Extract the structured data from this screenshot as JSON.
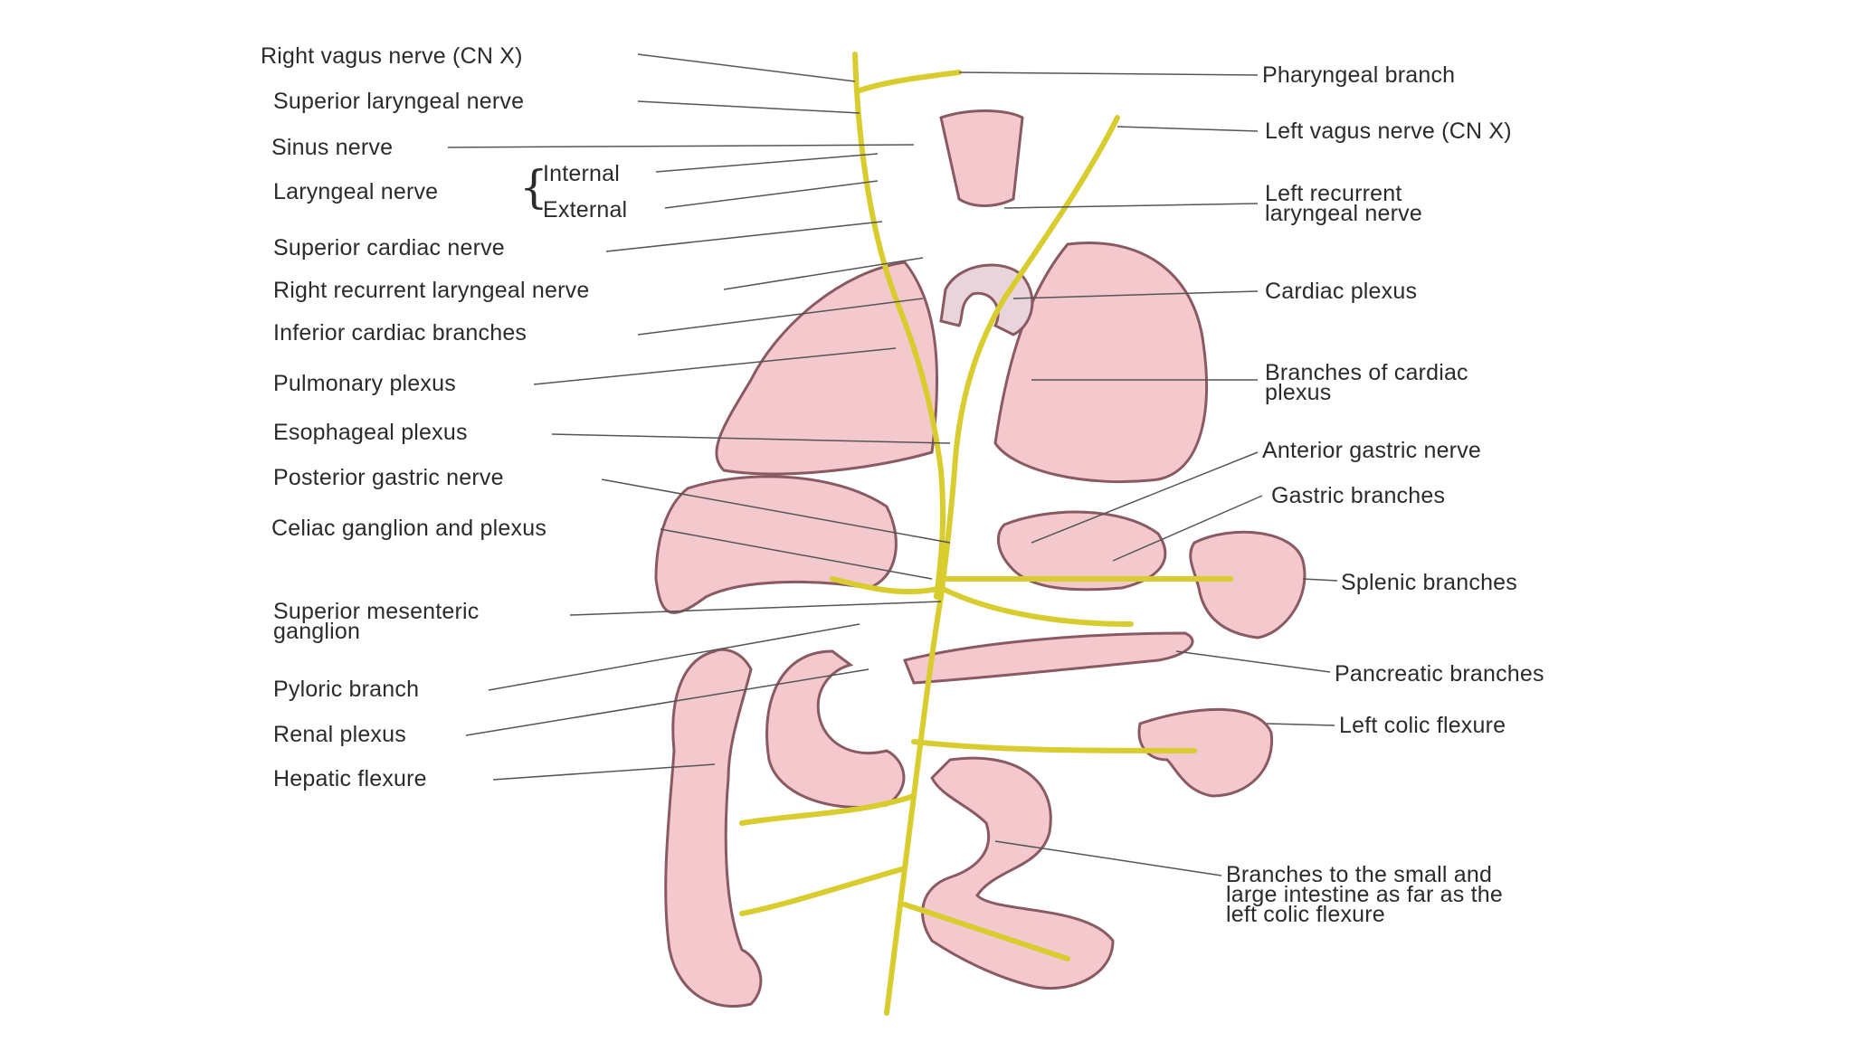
{
  "colors": {
    "nerve": "#d9cc2e",
    "organ_fill": "#f3c9cd",
    "organ_outline": "#8a5a62",
    "leader": "#555555",
    "text": "#2b2b2b"
  },
  "labels": {
    "left": {
      "right_vagus": "Right vagus nerve (CN X)",
      "superior_laryngeal": "Superior laryngeal nerve",
      "sinus": "Sinus nerve",
      "laryngeal": "Laryngeal nerve",
      "internal": "Internal",
      "external": "External",
      "superior_cardiac": "Superior cardiac nerve",
      "right_recurrent": "Right recurrent laryngeal nerve",
      "inferior_cardiac": "Inferior cardiac branches",
      "pulmonary": "Pulmonary plexus",
      "esophageal": "Esophageal plexus",
      "posterior_gastric": "Posterior gastric nerve",
      "celiac": "Celiac ganglion and plexus",
      "sup_mesenteric_1": "Superior mesenteric",
      "sup_mesenteric_2": "ganglion",
      "pyloric": "Pyloric branch",
      "renal": "Renal plexus",
      "hepatic": "Hepatic flexure"
    },
    "right": {
      "pharyngeal": "Pharyngeal branch",
      "left_vagus": "Left vagus nerve (CN X)",
      "left_recurrent_1": "Left recurrent",
      "left_recurrent_2": "laryngeal nerve",
      "cardiac_plexus": "Cardiac plexus",
      "branches_cardiac_1": "Branches of cardiac",
      "branches_cardiac_2": "plexus",
      "anterior_gastric": "Anterior gastric nerve",
      "gastric_branches": "Gastric branches",
      "splenic": "Splenic branches",
      "pancreatic": "Pancreatic branches",
      "left_colic": "Left colic flexure",
      "intestine_1": "Branches to the small and",
      "intestine_2": "large intestine as far as the",
      "intestine_3": "left colic flexure"
    }
  }
}
